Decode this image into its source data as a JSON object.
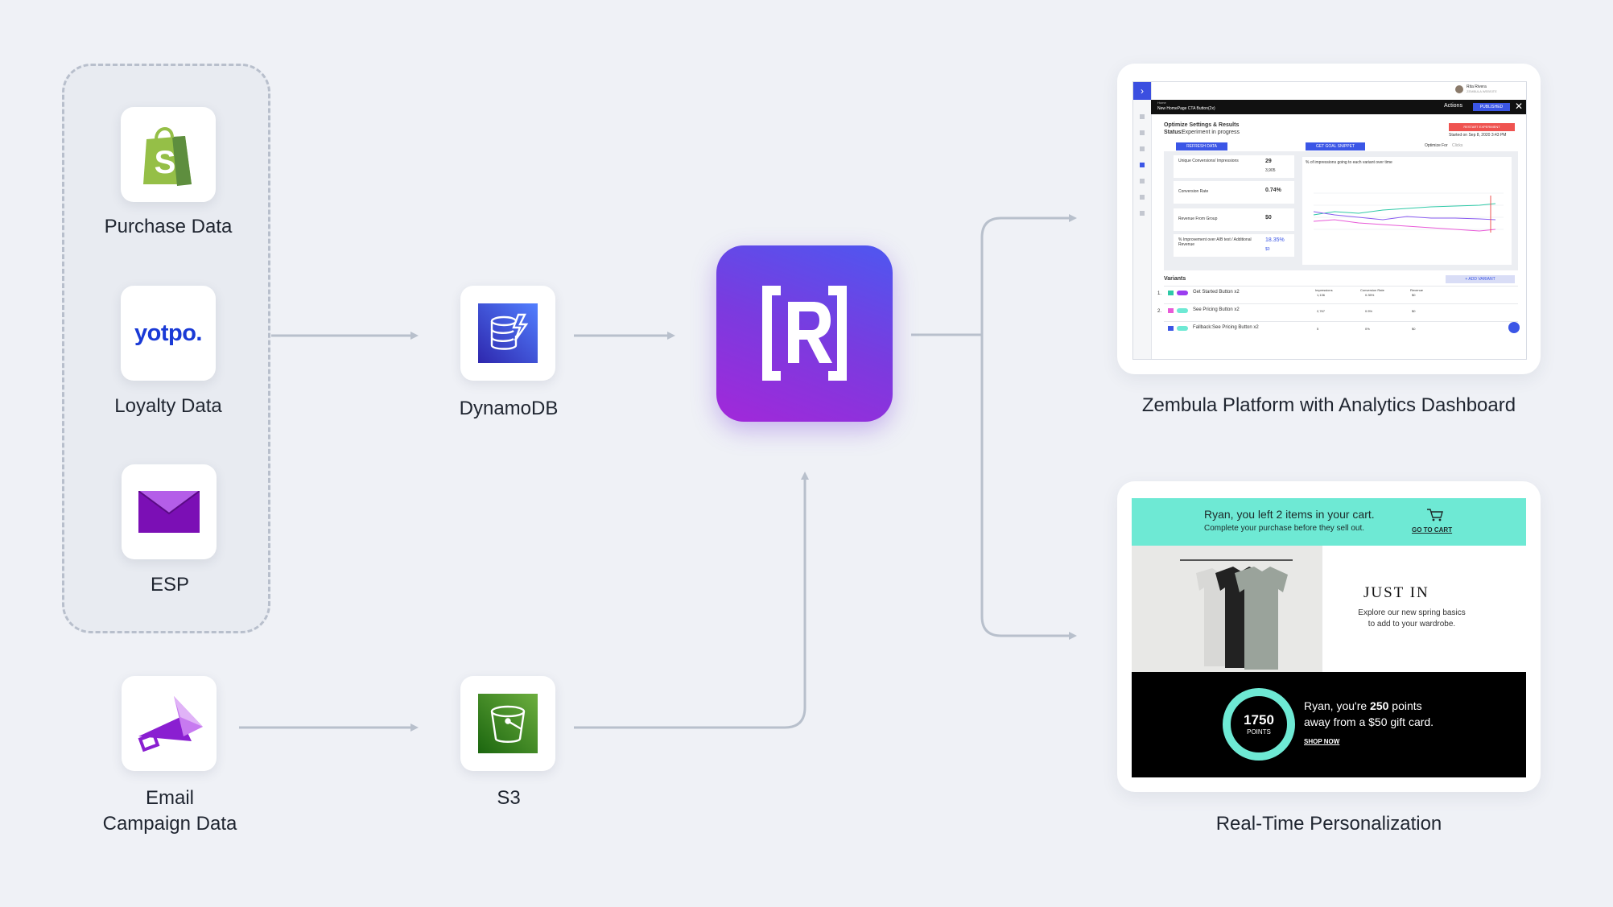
{
  "sources": {
    "purchase": {
      "label": "Purchase Data",
      "icon": "shopify-icon"
    },
    "loyalty": {
      "label": "Loyalty Data",
      "icon": "yotpo-logo",
      "logo_text": "yotpo."
    },
    "esp": {
      "label": "ESP",
      "icon": "envelope-icon"
    },
    "email_campaign": {
      "label_line1": "Email",
      "label_line2": "Campaign Data",
      "icon": "megaphone-icon"
    }
  },
  "storage": {
    "dynamodb": {
      "label": "DynamoDB",
      "icon": "dynamodb-icon"
    },
    "s3": {
      "label": "S3",
      "icon": "s3-bucket-icon"
    }
  },
  "hub": {
    "icon": "zembula-r-logo"
  },
  "outputs": {
    "dashboard": {
      "caption": "Zembula Platform with Analytics Dashboard",
      "breadcrumb": "Home",
      "page_name": "New HomePage CTA Button(2x)",
      "actions": "Actions",
      "published": "PUBLISHED",
      "user_name": "Rita Rivera",
      "user_sub": "ZEMBULA WEBSITE",
      "title": "Optimize Settings & Results",
      "status_label": "Status:",
      "status_value": "Experiment in progress",
      "restart": "RESTART EXPERIMENT",
      "started": "Started on Sep 8, 2020 3:43 PM",
      "refresh": "REFRESH DATA",
      "goal": "GET GOAL SNIPPET",
      "optimize_for": "Optimize For",
      "optimize_value": "Clicks",
      "stats": [
        {
          "label": "Unique Conversions/ Impressions",
          "value": "29",
          "sub": "3,905"
        },
        {
          "label": "Conversion Rate",
          "value": "0.74%",
          "sub": ""
        },
        {
          "label": "Revenue From Group",
          "value": "$0",
          "sub": ""
        },
        {
          "label": "% Improvement over A/B test / Additional Revenue",
          "value": "18.35%",
          "sub": "$0"
        }
      ],
      "chart_title": "% of impressions going to each variant over time",
      "variants_title": "Variants",
      "add_variant": "+ ADD VARIANT",
      "variants": [
        {
          "num": "1.",
          "name": "Get Started Button x2",
          "impressions": "1,136",
          "rate": "0.35%",
          "revenue": "$0",
          "color": "#9b3df0"
        },
        {
          "num": "2.",
          "name": "See Pricing Button x2",
          "impressions": "2,767",
          "rate": "0.5%",
          "revenue": "$0",
          "color": "#e85ad8"
        },
        {
          "num": "",
          "name": "Fallback:See Pricing Button x2",
          "impressions": "5",
          "rate": "0%",
          "revenue": "$0",
          "color": "#3b56e6"
        }
      ],
      "col_impressions": "Impressions",
      "col_rate": "Conversion Rate",
      "col_revenue": "Revenue"
    },
    "personalization": {
      "caption": "Real-Time Personalization",
      "cart_line1": "Ryan, you left 2 items in your cart.",
      "cart_line2": "Complete your purchase before they sell out.",
      "cart_cta": "GO TO CART",
      "just_in": "JUST IN",
      "just_in_line1": "Explore our new spring basics",
      "just_in_line2": "to add to your wardrobe.",
      "points_value": "1750",
      "points_label": "POINTS",
      "loyalty_pre": "Ryan, you're ",
      "loyalty_bold": "250",
      "loyalty_post": " points",
      "loyalty_line2": "away from a $50 gift card.",
      "shop_now": "SHOP NOW"
    }
  },
  "colors": {
    "background": "#eff1f6",
    "arrow": "#b8c0cc",
    "accent_teal": "#6ee9d4",
    "hub_gradient_top": "#4e57f0",
    "hub_gradient_bottom": "#a228d9"
  }
}
